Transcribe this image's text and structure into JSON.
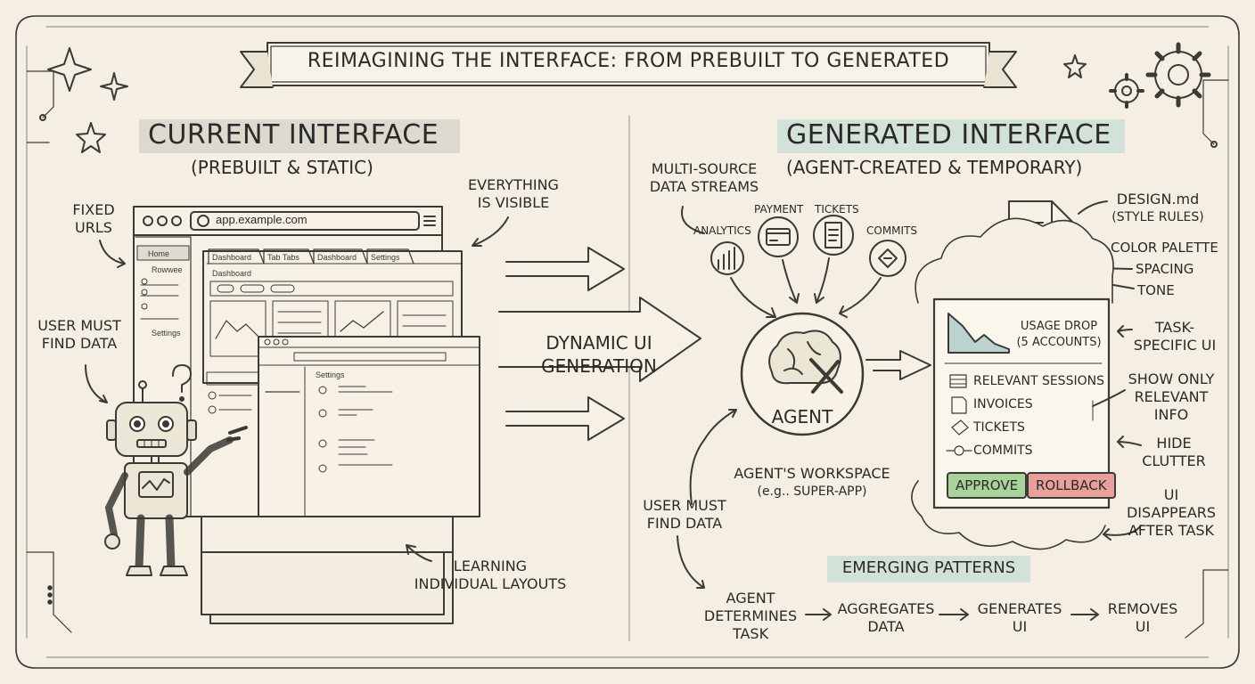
{
  "title": "REIMAGINING THE INTERFACE: FROM PREBUILT TO GENERATED",
  "left": {
    "heading": "CURRENT INTERFACE",
    "subheading": "(PREBUILT & STATIC)",
    "fixed_urls": [
      "FIXED",
      "URLS"
    ],
    "user_must_find": [
      "USER MUST",
      "FIND DATA"
    ],
    "everything_visible": [
      "EVERYTHING",
      "IS VISIBLE"
    ],
    "learning": [
      "LEARNING",
      "INDIVIDUAL LAYOUTS"
    ],
    "browser": {
      "url": "app.example.com",
      "sidebar": [
        "Home",
        "Rowwee",
        "Settings"
      ],
      "tabs": [
        "Dashboard",
        "Tab Tabs",
        "Dashboard",
        "Settings"
      ],
      "page_title": "Dashboard",
      "settings_title": "Settings"
    }
  },
  "middle": {
    "label": [
      "DYNAMIC UI",
      "GENERATION"
    ]
  },
  "right": {
    "heading": "GENERATED INTERFACE",
    "subheading": "(AGENT-CREATED & TEMPORARY)",
    "streams": [
      "MULTI-SOURCE",
      "DATA STREAMS"
    ],
    "sources": [
      "ANALYTICS",
      "PAYMENT",
      "TICKETS",
      "COMMITS"
    ],
    "agent": "AGENT",
    "workspace": [
      "AGENT'S WORKSPACE",
      "(e.g.. SUPER-APP)"
    ],
    "user_must_find": [
      "USER MUST",
      "FIND DATA"
    ],
    "design": [
      "DESIGN.md",
      "(STYLE RULES)"
    ],
    "style_rules": [
      "COLOR PALETTE",
      "SPACING",
      "TONE"
    ],
    "panel": {
      "usage": [
        "USAGE DROP",
        "(5 ACCOUNTS)"
      ],
      "items": [
        "RELEVANT SESSIONS",
        "INVOICES",
        "TICKETS",
        "COMMITS"
      ],
      "approve": "APPROVE",
      "rollback": "ROLLBACK"
    },
    "notes": {
      "task_specific": [
        "TASK-",
        "SPECIFIC UI"
      ],
      "show_only": [
        "SHOW ONLY",
        "RELEVANT",
        "INFO"
      ],
      "hide": [
        "HIDE",
        "CLUTTER"
      ],
      "disappears": [
        "UI DISAPPEARS",
        "AFTER TASK"
      ]
    },
    "patterns": {
      "heading": "EMERGING PATTERNS",
      "steps": [
        [
          "AGENT",
          "DETERMINES",
          "TASK"
        ],
        [
          "AGGREGATES",
          "DATA"
        ],
        [
          "GENERATES",
          "UI"
        ],
        [
          "REMOVES",
          "UI"
        ]
      ]
    }
  },
  "colors": {
    "paper": "#f4efe2",
    "ink": "#2b2a28",
    "left_highlight": "#d9d6cc",
    "right_highlight": "#cfe0d8",
    "approve": "#a9d39a",
    "rollback": "#eaa09a"
  }
}
